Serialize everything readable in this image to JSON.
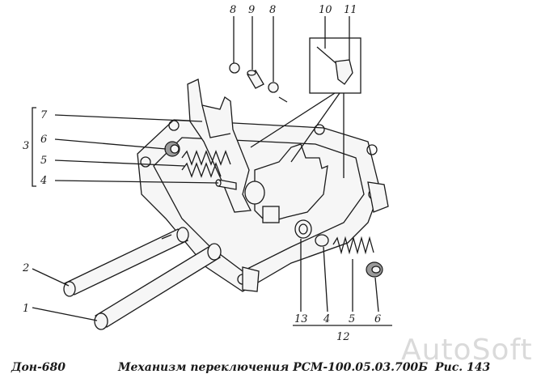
{
  "drawing": {
    "labels": [
      "1",
      "2",
      "3",
      "4",
      "5",
      "6",
      "7",
      "8",
      "9",
      "10",
      "11",
      "12",
      "13"
    ],
    "bottom_group": [
      "13",
      "4",
      "5",
      "6"
    ],
    "side_group": [
      "7",
      "6",
      "5",
      "4"
    ]
  },
  "caption": {
    "model": "Дон-680",
    "title": "Механизм переключения  РСМ-100.05.03.700Б",
    "figure": "Рис.  143"
  },
  "watermark": {
    "text": "AutoSoft"
  }
}
